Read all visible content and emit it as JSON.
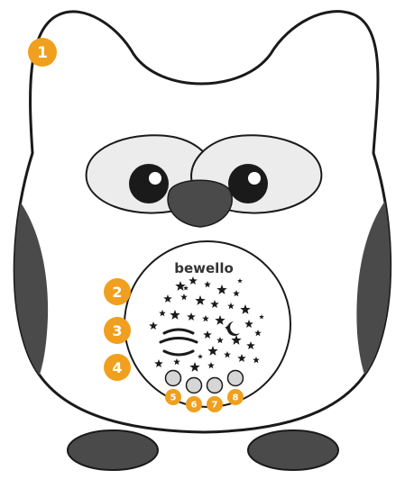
{
  "brand": "bewello",
  "colors": {
    "outline": "#1a1a1a",
    "body_fill": "#ffffff",
    "wing_fill": "#4a4a4a",
    "eye_white": "#ececec",
    "pupil": "#1a1a1a",
    "nose": "#4a4a4a",
    "callout_fill": "#f0a01e",
    "callout_text": "#ffffff",
    "button_fill": "#d6d6d6"
  },
  "callouts": [
    {
      "label": "1",
      "target": "owl-body"
    },
    {
      "label": "2",
      "target": "star-projector-area"
    },
    {
      "label": "3",
      "target": "moon-star-icons"
    },
    {
      "label": "4",
      "target": "star-projector-area"
    },
    {
      "label": "5",
      "target": "control-button-5"
    },
    {
      "label": "6",
      "target": "control-button-6"
    },
    {
      "label": "7",
      "target": "control-button-7"
    },
    {
      "label": "8",
      "target": "control-button-8"
    }
  ],
  "icons": {
    "stars": "star-icon",
    "moon": "moon-icon",
    "sound_waves": "sound-waves-icon"
  }
}
